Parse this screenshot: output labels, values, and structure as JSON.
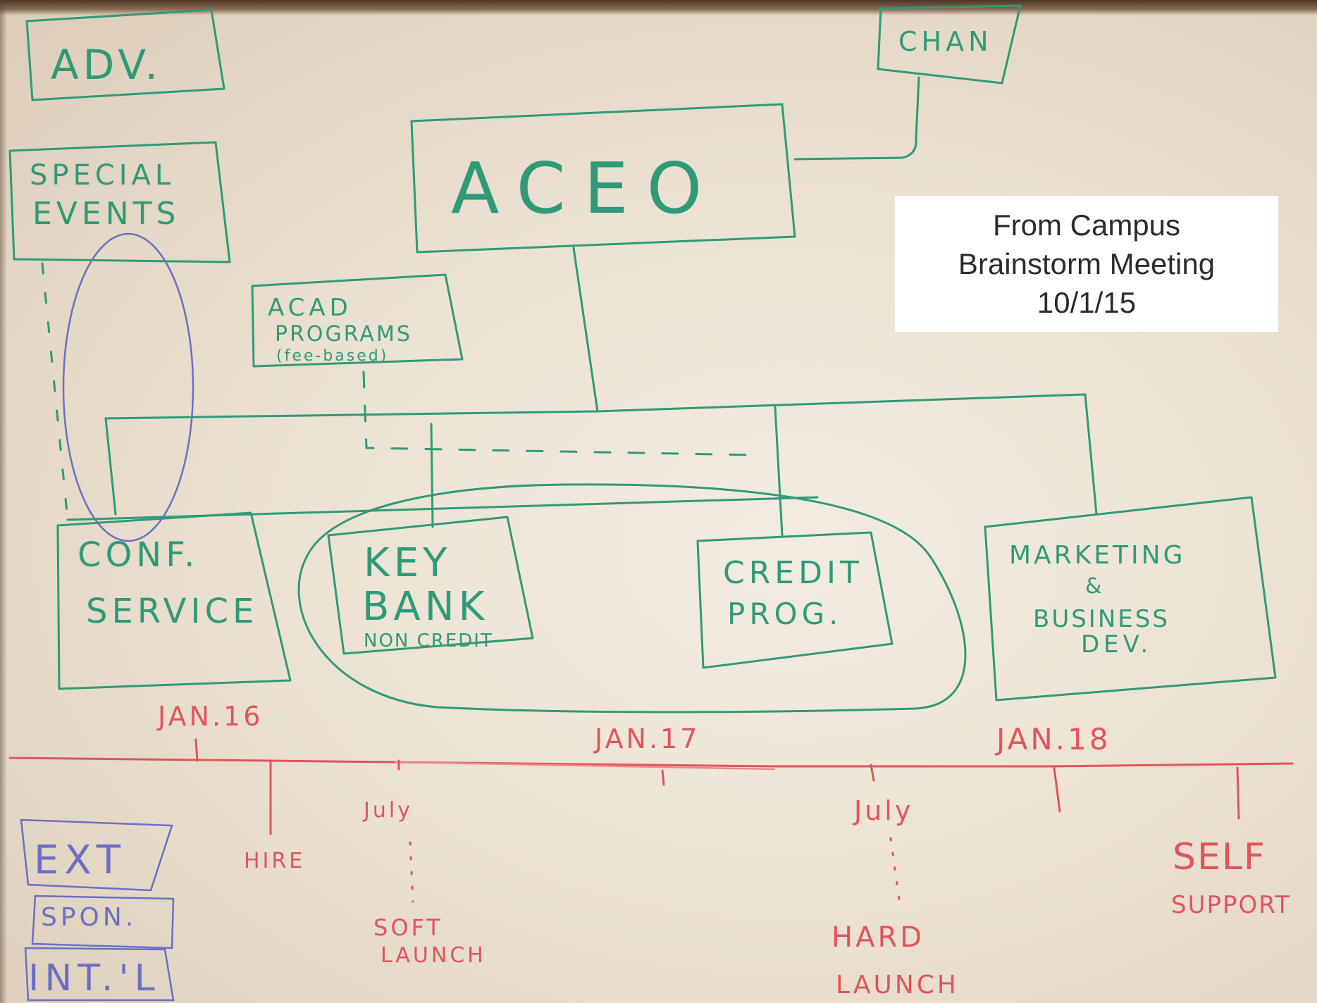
{
  "caption": {
    "line1": "From Campus",
    "line2": "Brainstorm Meeting",
    "line3": "10/1/15"
  },
  "whiteboard": {
    "boxes": {
      "adv": "ADV.",
      "chan": "CHAN",
      "aceo": "ACEO",
      "special_events_1": "SPECIAL",
      "special_events_2": "EVENTS",
      "acad_programs_1": "ACAD",
      "acad_programs_2": "PROGRAMS",
      "acad_programs_3": "(fee-based)",
      "conf_service_1": "CONF.",
      "conf_service_2": "SERVICE",
      "key_bank_1": "KEY",
      "key_bank_2": "BANK",
      "key_bank_3": "NON CREDIT",
      "credit_prog_1": "CREDIT",
      "credit_prog_2": "PROG.",
      "marketing_1": "MARKETING",
      "marketing_2": "&",
      "marketing_3": "BUSINESS",
      "marketing_4": "DEV.",
      "ext": "EXT",
      "spon": "SPON.",
      "intl": "INT.'L"
    },
    "timeline": {
      "jan16": "JAN.16",
      "jan17": "JAN.17",
      "jan18": "JAN.18",
      "july_1": "July",
      "july_2": "July",
      "hire": "HIRE",
      "soft_launch_1": "SOFT",
      "soft_launch_2": "LAUNCH",
      "hard_launch_1": "HARD",
      "hard_launch_2": "LAUNCH",
      "self_support_1": "SELF",
      "self_support_2": "SUPPORT"
    },
    "colors": {
      "marker_green": "#2f9a78",
      "marker_red": "#e2545a",
      "marker_blue": "#6b6fc4",
      "board": "#ece2d3"
    }
  }
}
